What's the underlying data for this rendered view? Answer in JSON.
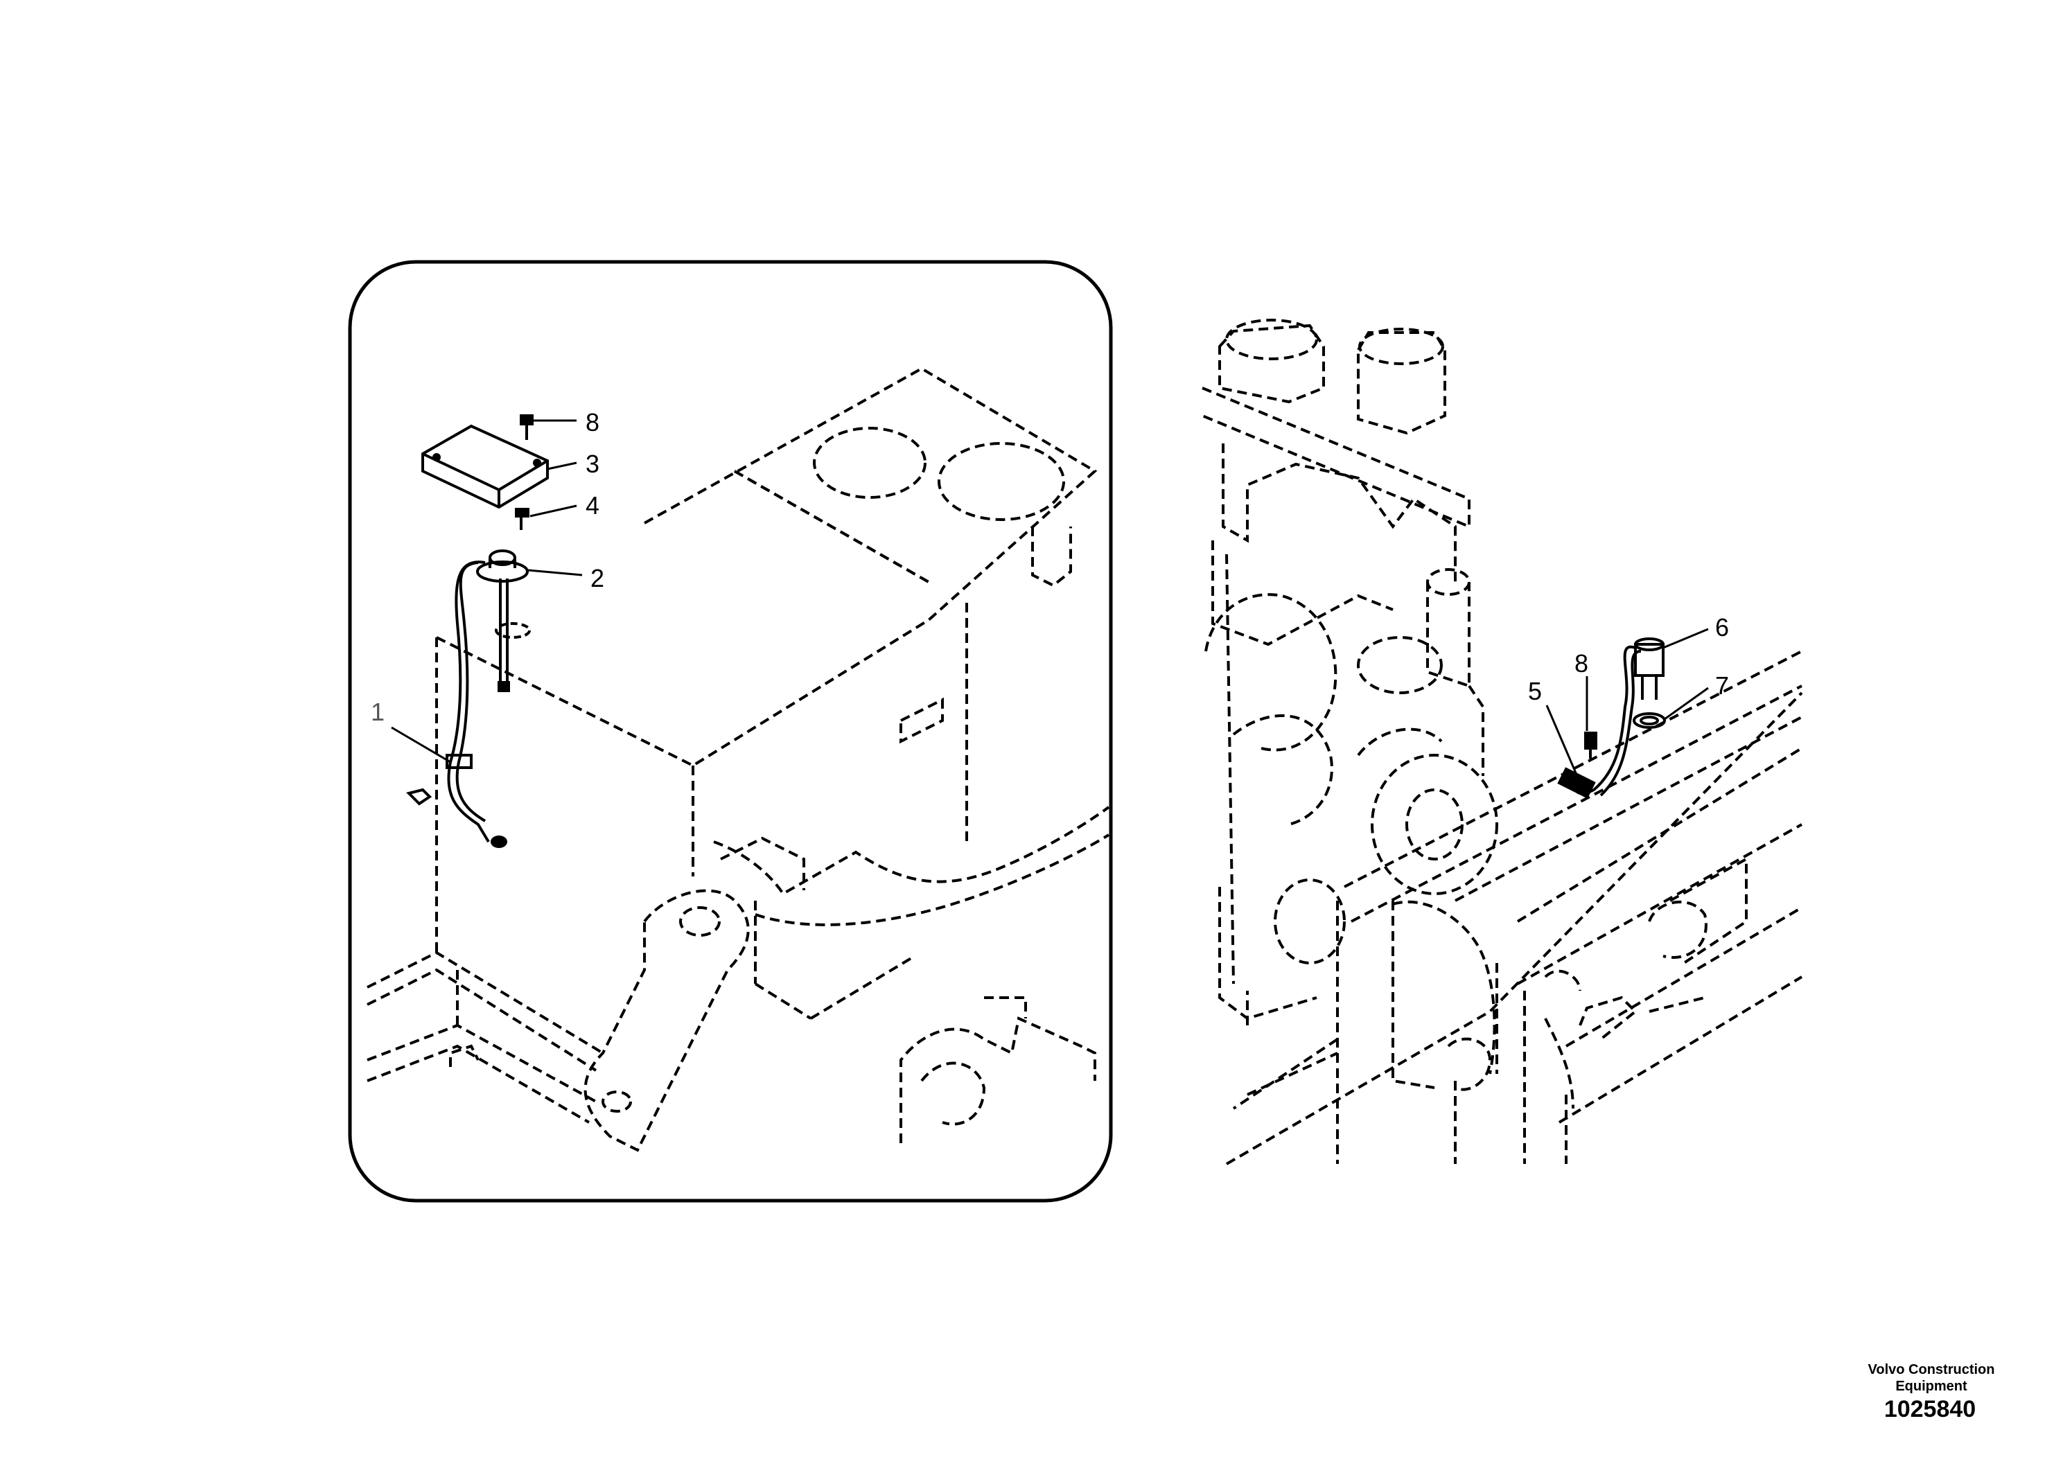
{
  "callouts": {
    "left": [
      "8",
      "3",
      "4",
      "2",
      "1"
    ],
    "right": [
      "6",
      "8",
      "5",
      "7"
    ]
  },
  "company_name": "Volvo Construction Equipment",
  "company_line1": "Volvo Construction",
  "company_line2": "Equipment",
  "document_number": "1025840"
}
